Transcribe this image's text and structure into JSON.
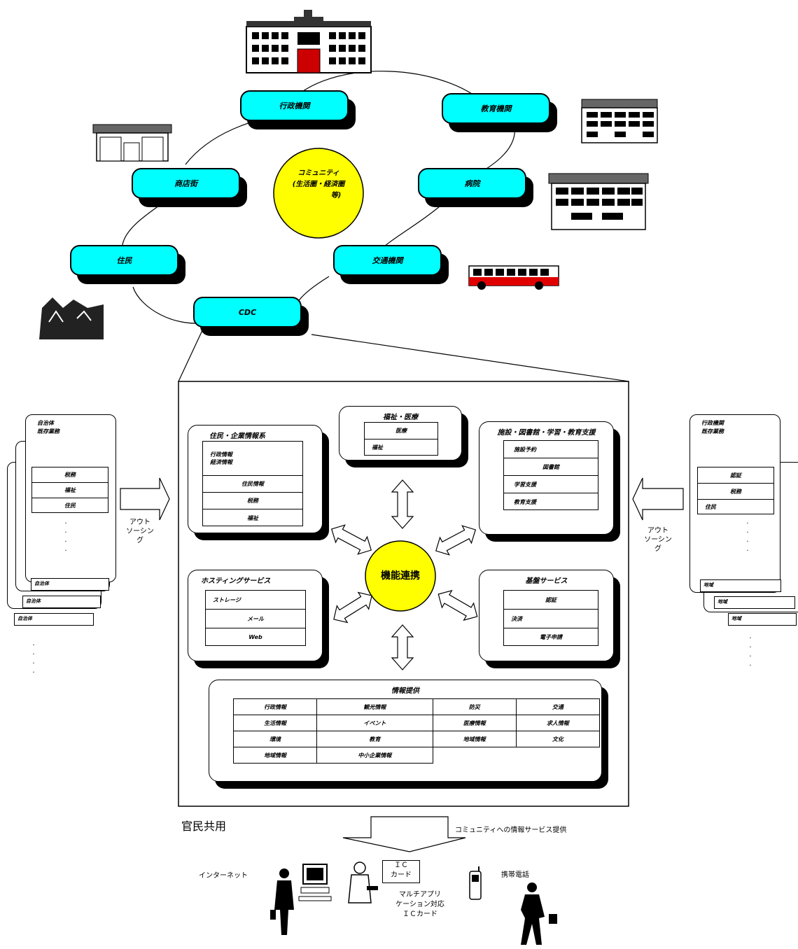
{
  "ring_nodes": {
    "gyosei": "行政機関",
    "kyoiku": "教育機関",
    "shotengai": "商店街",
    "byoin": "病院",
    "jumin": "住民",
    "kotsu": "交通機関",
    "cdc": "CDC"
  },
  "community": {
    "line1": "コミュニティ",
    "line2": "(生活圏・経済圏",
    "line3": "等)"
  },
  "center": {
    "label": "機能連携"
  },
  "boxes": {
    "fukushi": {
      "title": "福祉・医療",
      "rows": [
        "医療",
        "福祉"
      ]
    },
    "jumin_kigyo": {
      "title": "住民・企業情報系",
      "header_line1": "行政情報",
      "header_line2": "経済情報",
      "rows": [
        "住民情報",
        "税務",
        "福祉"
      ]
    },
    "shisetsu": {
      "title": "施設・図書館・学習・教育支援",
      "rows": [
        "施設予約",
        "図書館",
        "学習支援",
        "教育支援"
      ]
    },
    "hosting": {
      "title": "ホスティングサービス",
      "rows": [
        "ストレージ",
        "メール",
        "Web"
      ]
    },
    "kiban": {
      "title": "基盤サービス",
      "rows": [
        "認証",
        "決済",
        "電子申請"
      ]
    },
    "joho": {
      "title": "情報提供",
      "grid": [
        [
          "行政情報",
          "観光情報",
          "防災",
          "交通"
        ],
        [
          "生活情報",
          "イベント",
          "医療情報",
          "求人情報"
        ],
        [
          "環境",
          "教育",
          "地域情報",
          "文化"
        ],
        [
          "地域情報",
          "中小企業情報",
          "",
          ""
        ]
      ]
    }
  },
  "left_side": {
    "header_line1": "自治体",
    "header_line2": "既存業務",
    "rows": [
      "税務",
      "福祉",
      "住民"
    ],
    "footers": [
      "自治体",
      "自治体",
      "自治体"
    ],
    "arrow_label": [
      "アウト",
      "ソーシン",
      "グ"
    ]
  },
  "right_side": {
    "header_line1": "行政機関",
    "header_line2": "既存業務",
    "rows": [
      "認証",
      "税務",
      "住民"
    ],
    "footers": [
      "地域",
      "地域",
      "地域"
    ],
    "arrow_label": [
      "アウト",
      "ソーシン",
      "グ"
    ]
  },
  "bottom": {
    "kanmin": "官民共用",
    "service": "コミュニティへの情報サービス提供",
    "internet": "インターネット",
    "ic_card_line1": "ＩＣ",
    "ic_card_line2": "カード",
    "multi_line1": "マルチアプリ",
    "multi_line2": "ケーション対応",
    "multi_line3": "ＩＣカード",
    "mobile": "携帯電話"
  }
}
